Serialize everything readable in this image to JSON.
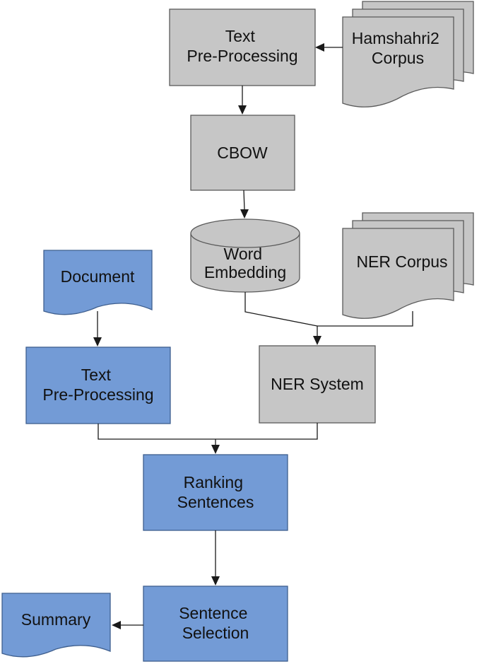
{
  "nodes": {
    "text_preprocessing_top": {
      "lines": [
        "Text",
        "Pre-Processing"
      ]
    },
    "hamshahri_corpus": {
      "lines": [
        "Hamshahri2",
        "Corpus"
      ]
    },
    "cbow": {
      "lines": [
        "CBOW"
      ]
    },
    "word_embedding": {
      "lines": [
        "Word",
        "Embedding"
      ]
    },
    "ner_corpus": {
      "lines": [
        "NER Corpus"
      ]
    },
    "document": {
      "lines": [
        "Document"
      ]
    },
    "text_preprocessing_bottom": {
      "lines": [
        "Text",
        "Pre-Processing"
      ]
    },
    "ner_system": {
      "lines": [
        "NER System"
      ]
    },
    "ranking_sentences": {
      "lines": [
        "Ranking",
        "Sentences"
      ]
    },
    "sentence_selection": {
      "lines": [
        "Sentence",
        "Selection"
      ]
    },
    "summary": {
      "lines": [
        "Summary"
      ]
    }
  },
  "colors": {
    "gray_fill": "#c6c6c6",
    "gray_stroke": "#5a5a5a",
    "blue_fill": "#739bd6",
    "blue_stroke": "#3f5f8e",
    "edge": "#1a1a1a"
  }
}
